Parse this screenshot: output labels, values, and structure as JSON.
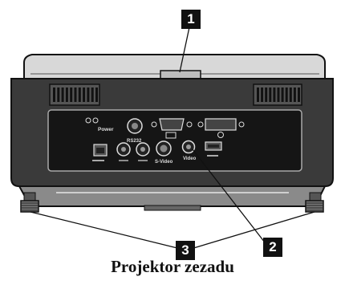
{
  "callouts": {
    "one": "1",
    "two": "2",
    "three": "3"
  },
  "caption": "Projektor zezadu",
  "port_labels": {
    "power": "Power",
    "rs232": "RS232",
    "svideo": "S-Video",
    "video": "Video"
  },
  "colors": {
    "body": "#3a3a3a",
    "panel": "#151515",
    "ink": "#111111",
    "callout_bg": "#111111",
    "callout_text": "#ffffff"
  }
}
